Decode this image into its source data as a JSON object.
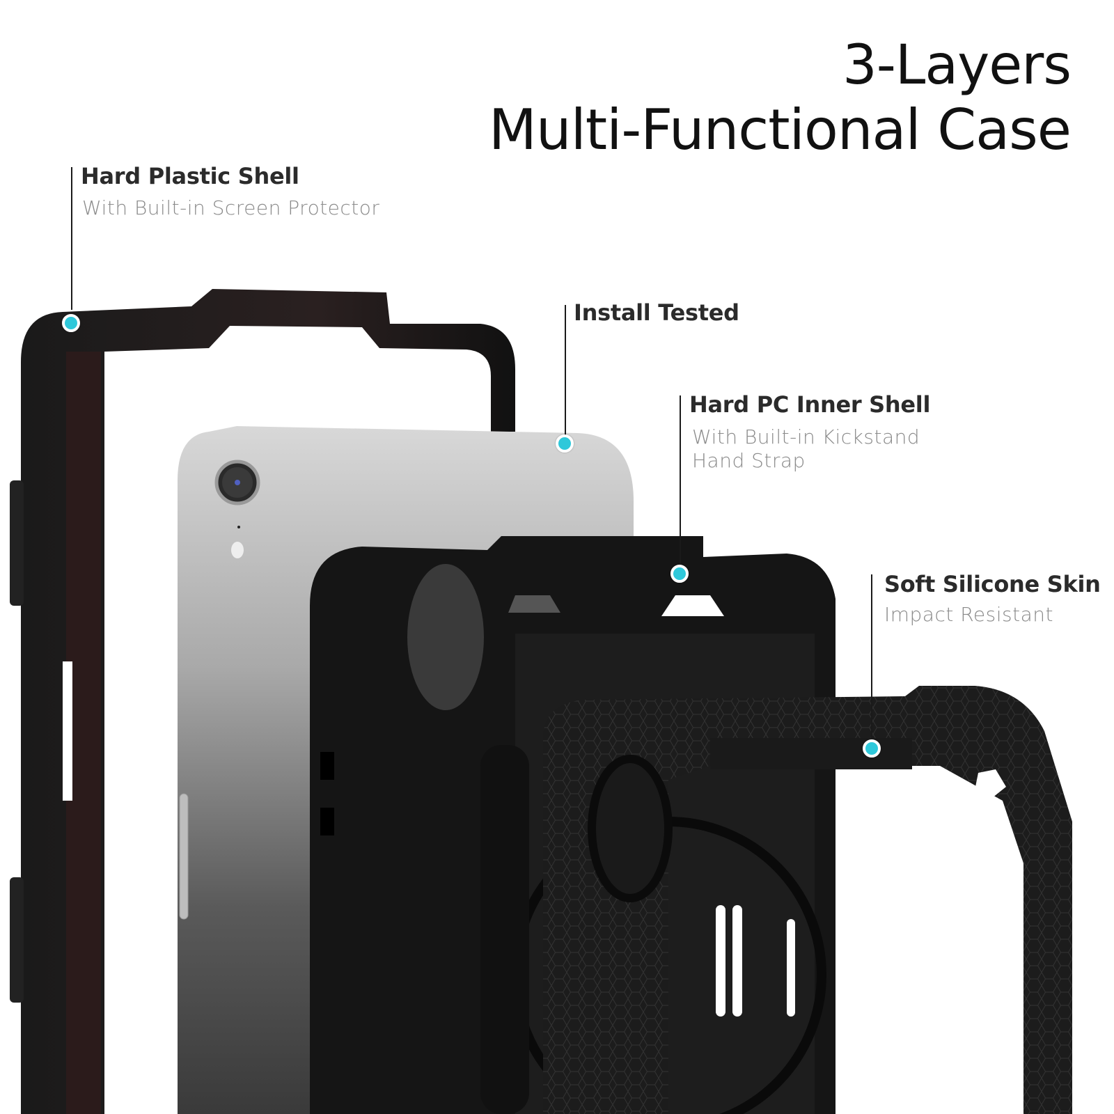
{
  "title": {
    "line1": "3-Layers",
    "line2": "Multi-Functional Case"
  },
  "callouts": [
    {
      "id": "hard-plastic-shell",
      "heading": "Hard Plastic Shell",
      "sub": [
        "With Built-in Screen Protector"
      ]
    },
    {
      "id": "install-tested",
      "heading": "Install Tested",
      "sub": []
    },
    {
      "id": "hard-pc-inner-shell",
      "heading": "Hard PC Inner Shell",
      "sub": [
        "With Built-in Kickstand",
        "Hand Strap"
      ]
    },
    {
      "id": "soft-silicone-skin",
      "heading": "Soft Silicone Skin",
      "sub": [
        "Impact Resistant"
      ]
    }
  ],
  "colors": {
    "accent_dot": "#2ec8da",
    "heading_text": "#2b2b2b",
    "sub_text": "#8a8a8a",
    "title_text": "#111111",
    "case_black": "#141414",
    "tablet_silver": "#c9c9c9"
  }
}
